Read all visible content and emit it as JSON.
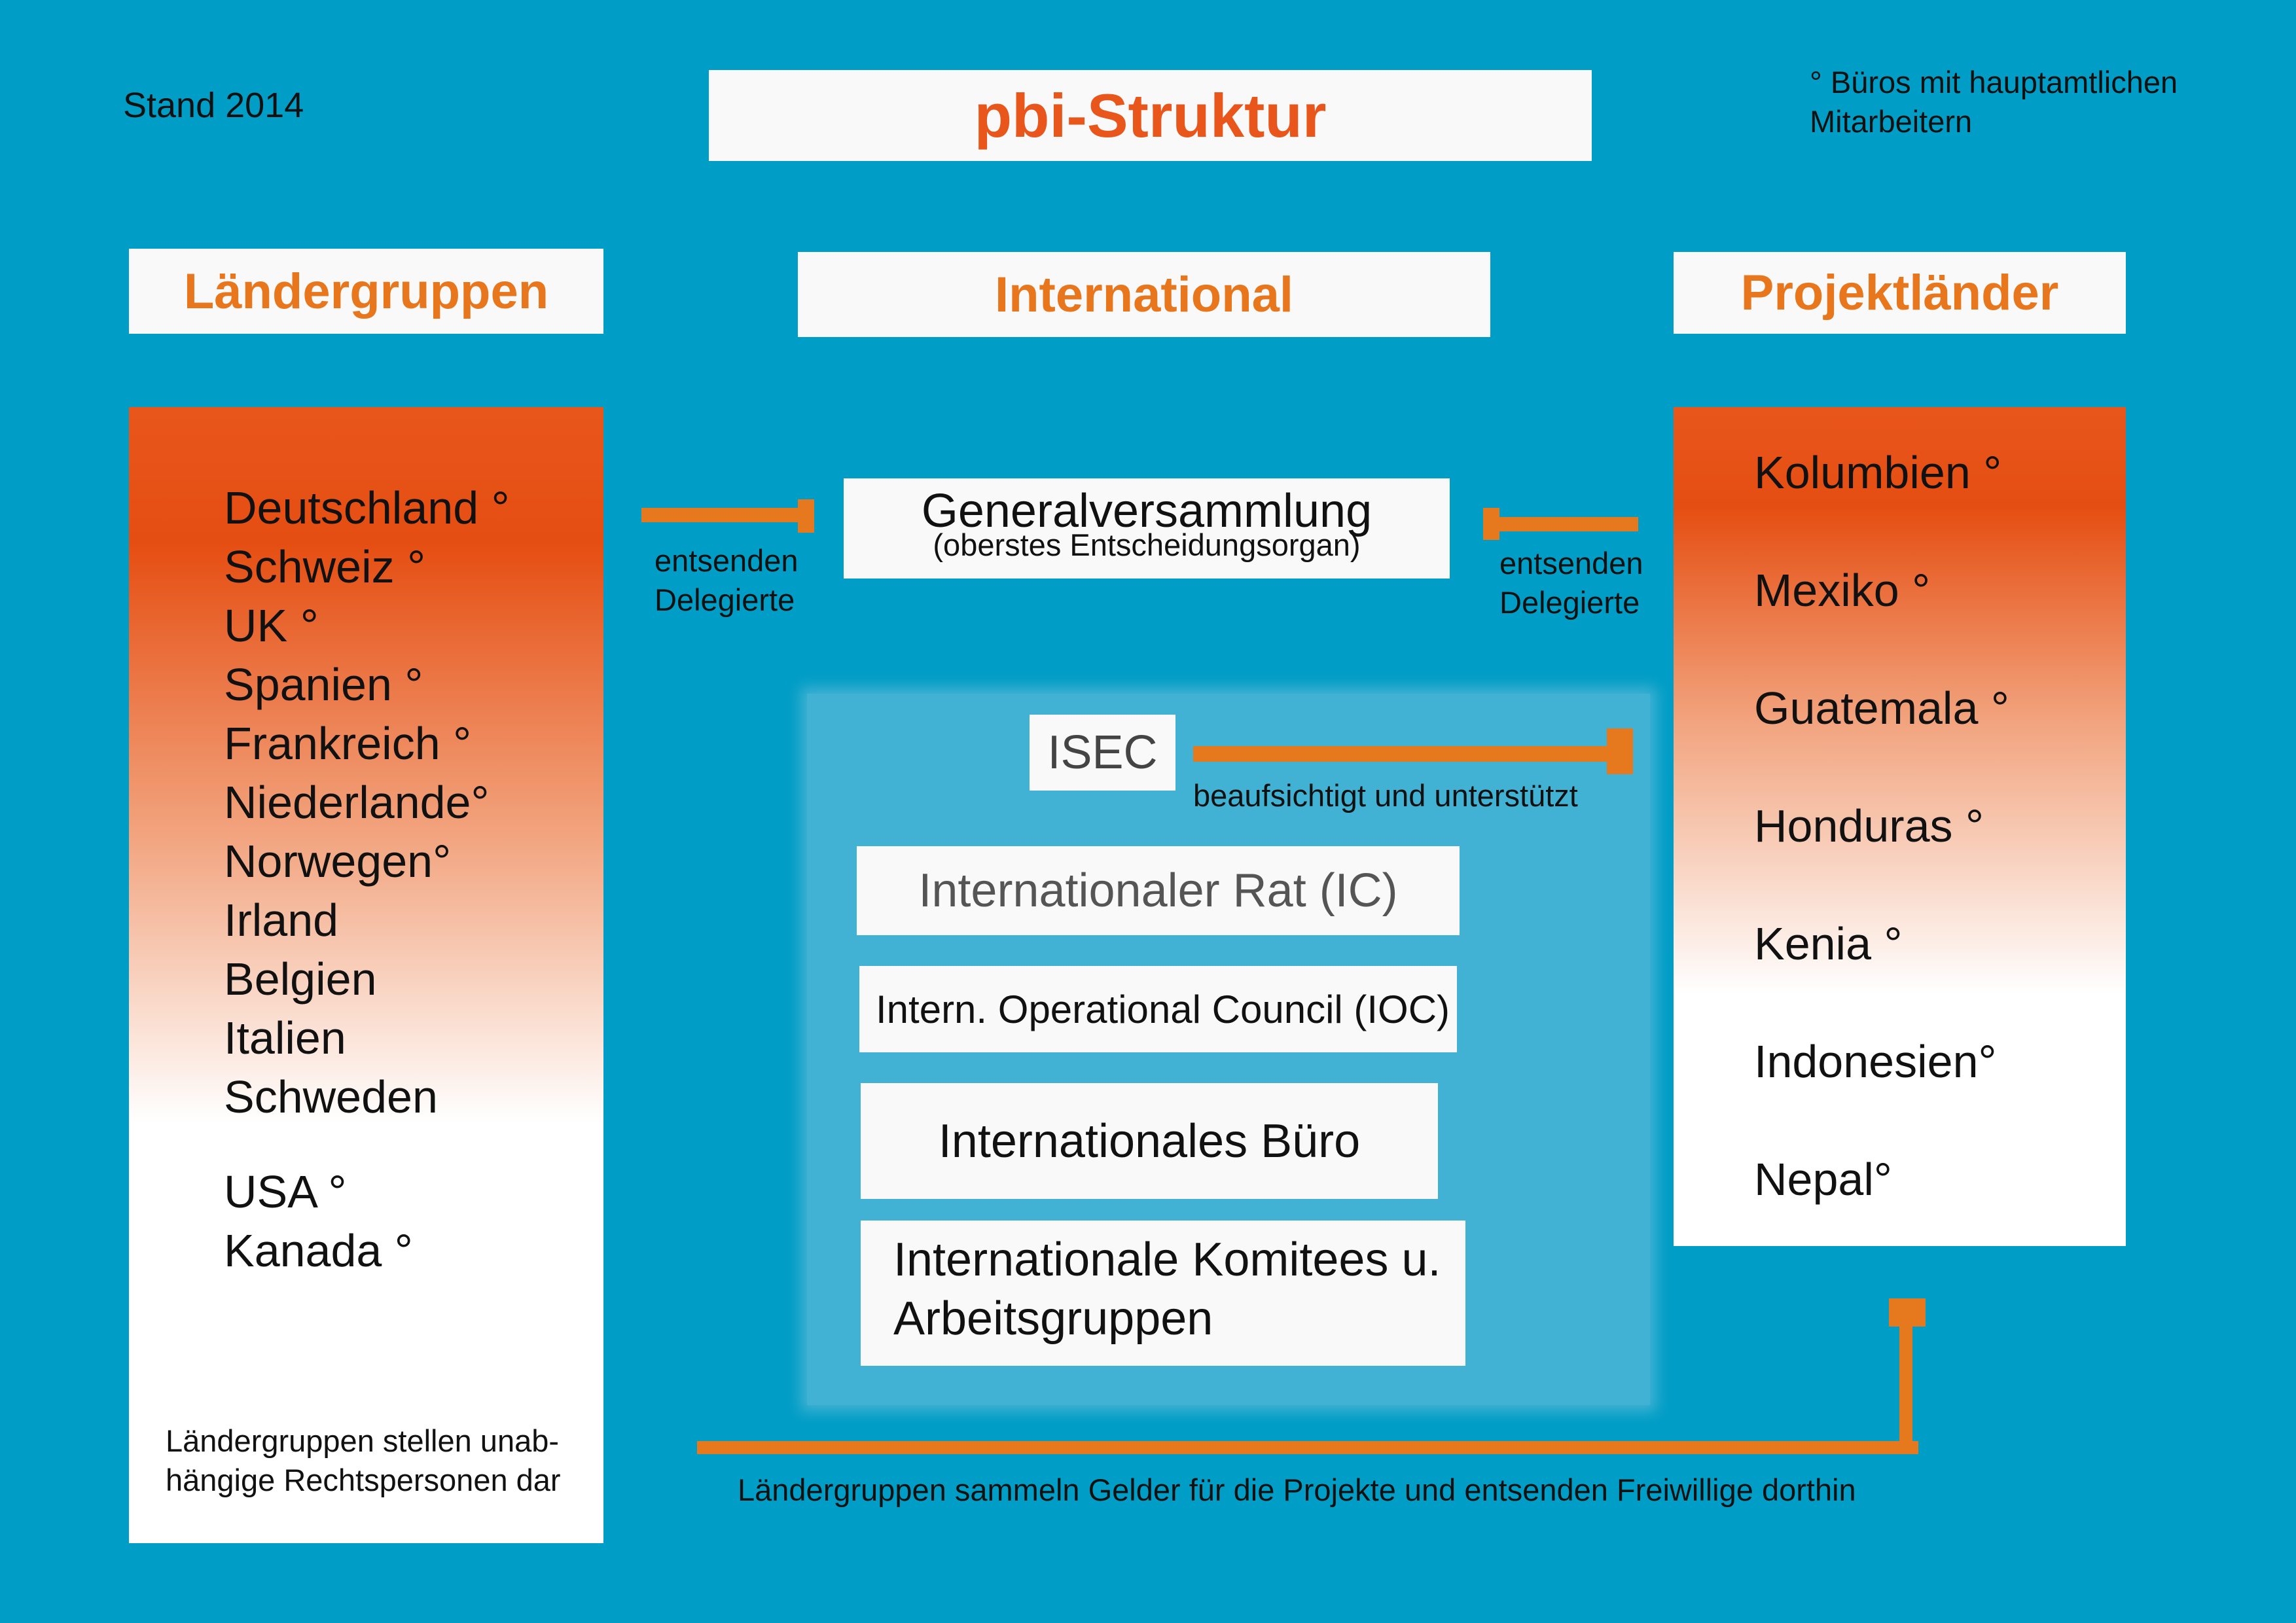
{
  "stand": "Stand 2014",
  "title": "pbi-Struktur",
  "note": [
    "° Büros mit hauptamtlichen",
    "Mitarbeitern"
  ],
  "headers": {
    "left": "Ländergruppen",
    "center": "International",
    "right": "Projektländer"
  },
  "laendergruppen": [
    "Deutschland °",
    "Schweiz °",
    "UK °",
    "Spanien °",
    "Frankreich °",
    "Niederlande°",
    "Norwegen°",
    "Irland",
    "Belgien",
    "Italien",
    "Schweden"
  ],
  "laendergruppen_extra": [
    "USA °",
    "Kanada °"
  ],
  "left_footnote": [
    "Ländergruppen stellen unab-",
    "hängige Rechtspersonen dar"
  ],
  "projektlaender": [
    "Kolumbien °",
    "Mexiko °",
    "Guatemala °",
    "Honduras °",
    "Kenia °",
    "Indonesien°",
    "Nepal°"
  ],
  "general": {
    "title": "Generalversammlung",
    "subtitle": "(oberstes Entscheidungsorgan)"
  },
  "delegates_left": [
    "entsenden",
    "Delegierte"
  ],
  "delegates_right": [
    "entsenden",
    "Delegierte"
  ],
  "isec": "ISEC",
  "isec_arrow_label": "beaufsichtigt und unterstützt",
  "ic": "Internationaler Rat (IC)",
  "ioc": "Intern. Operational Council (IOC)",
  "buero": "Internationales Büro",
  "komitees": [
    "Internationale Komitees u.",
    "Arbeitsgruppen"
  ],
  "bottom_label": "Ländergruppen sammeln Gelder für die Projekte und entsenden Freiwillige dorthin",
  "colors": {
    "background": "#009dc6",
    "accent": "#e8561c",
    "arrow": "#e6781e"
  }
}
